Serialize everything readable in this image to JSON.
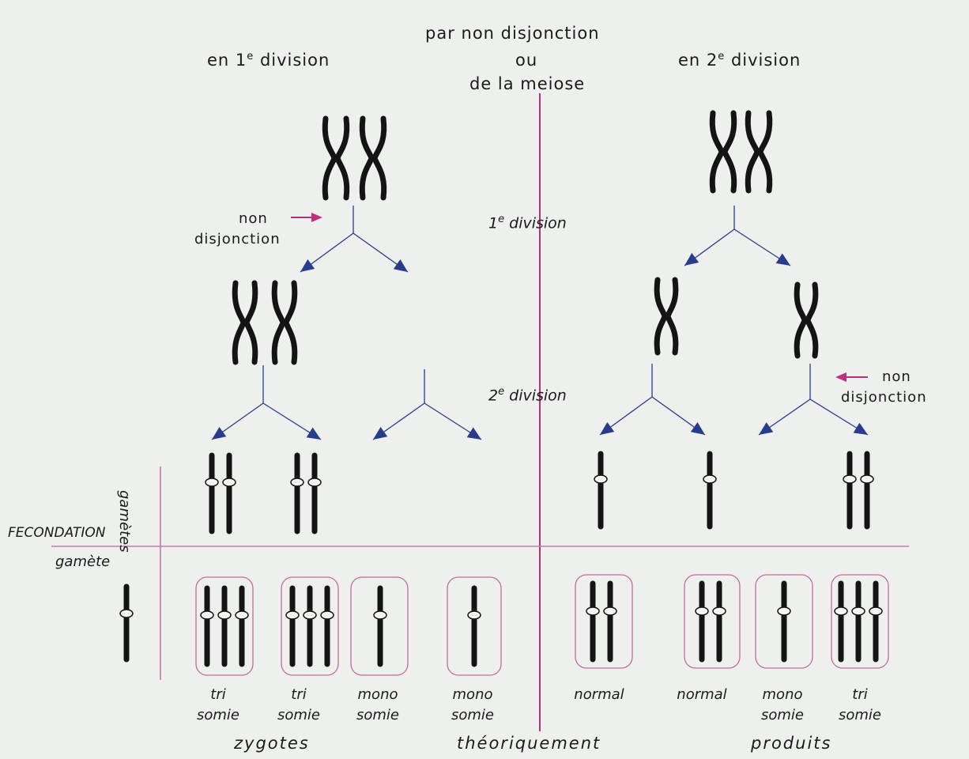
{
  "header": {
    "title": "par non disjonction",
    "left": "en 1",
    "left_sup": "e",
    "left_rest": " division",
    "center_line1": "ou",
    "center_line2": "de la meiose",
    "right": "en 2",
    "right_sup": "e",
    "right_rest": " division"
  },
  "stages": {
    "first": "1",
    "first_sup": "e",
    "first_rest": " division",
    "second": "2",
    "second_sup": "e",
    "second_rest": " division"
  },
  "annotations": {
    "non_disjonction_left_1": "non",
    "non_disjonction_left_2": "disjonction",
    "non_disjonction_right_1": "non",
    "non_disjonction_right_2": "disjonction",
    "gametes": "gamètes",
    "fecondation": "FECONDATION",
    "gamete": "gamète"
  },
  "results": [
    {
      "line1": "tri",
      "line2": "somie"
    },
    {
      "line1": "tri",
      "line2": "somie"
    },
    {
      "line1": "mono",
      "line2": "somie"
    },
    {
      "line1": "mono",
      "line2": "somie"
    },
    {
      "line1": "normal",
      "line2": ""
    },
    {
      "line1": "normal",
      "line2": ""
    },
    {
      "line1": "mono",
      "line2": "somie"
    },
    {
      "line1": "tri",
      "line2": "somie"
    }
  ],
  "footer": {
    "zygotes": "zygotes",
    "theoriquement": "théoriquement",
    "produits": "produits"
  },
  "colors": {
    "divider": "#b4307a",
    "guide": "#c47aa8",
    "arrow": "#283c8c",
    "chromosome": "#141414",
    "box": "#c26a9c"
  }
}
